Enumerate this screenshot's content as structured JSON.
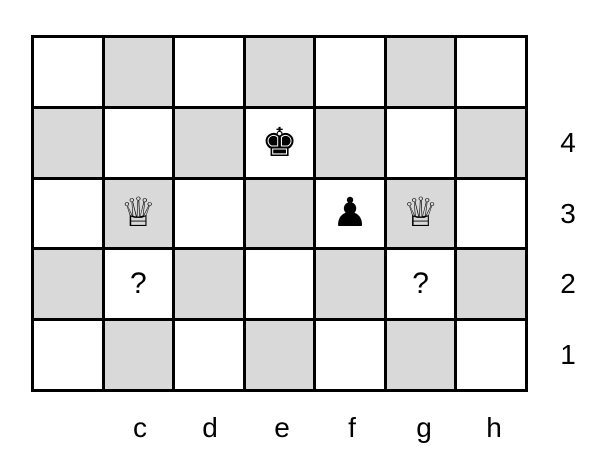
{
  "board": {
    "rows": [
      [
        {
          "shade": "light",
          "piece": ""
        },
        {
          "shade": "dark",
          "piece": ""
        },
        {
          "shade": "light",
          "piece": ""
        },
        {
          "shade": "dark",
          "piece": ""
        },
        {
          "shade": "light",
          "piece": ""
        },
        {
          "shade": "dark",
          "piece": ""
        },
        {
          "shade": "light",
          "piece": ""
        }
      ],
      [
        {
          "shade": "dark",
          "piece": ""
        },
        {
          "shade": "light",
          "piece": ""
        },
        {
          "shade": "dark",
          "piece": ""
        },
        {
          "shade": "light",
          "piece": "black-king",
          "glyph": "♚"
        },
        {
          "shade": "dark",
          "piece": ""
        },
        {
          "shade": "light",
          "piece": ""
        },
        {
          "shade": "dark",
          "piece": ""
        }
      ],
      [
        {
          "shade": "light",
          "piece": ""
        },
        {
          "shade": "dark",
          "piece": "white-queen",
          "glyph": "♕"
        },
        {
          "shade": "light",
          "piece": ""
        },
        {
          "shade": "dark",
          "piece": ""
        },
        {
          "shade": "light",
          "piece": "black-pawn",
          "glyph": "♟"
        },
        {
          "shade": "dark",
          "piece": "white-queen",
          "glyph": "♕"
        },
        {
          "shade": "light",
          "piece": ""
        }
      ],
      [
        {
          "shade": "dark",
          "piece": ""
        },
        {
          "shade": "light",
          "piece": "unknown",
          "glyph": "?"
        },
        {
          "shade": "dark",
          "piece": ""
        },
        {
          "shade": "light",
          "piece": ""
        },
        {
          "shade": "dark",
          "piece": ""
        },
        {
          "shade": "light",
          "piece": "unknown",
          "glyph": "?"
        },
        {
          "shade": "dark",
          "piece": ""
        }
      ],
      [
        {
          "shade": "light",
          "piece": ""
        },
        {
          "shade": "dark",
          "piece": ""
        },
        {
          "shade": "light",
          "piece": ""
        },
        {
          "shade": "dark",
          "piece": ""
        },
        {
          "shade": "light",
          "piece": ""
        },
        {
          "shade": "dark",
          "piece": ""
        },
        {
          "shade": "light",
          "piece": ""
        }
      ]
    ]
  },
  "rank_labels": [
    "4",
    "3",
    "2",
    "1"
  ],
  "file_labels": [
    "c",
    "d",
    "e",
    "f",
    "g",
    "h"
  ],
  "colors": {
    "light_square": "#ffffff",
    "dark_square": "#d9d9d9",
    "border": "#000000"
  }
}
